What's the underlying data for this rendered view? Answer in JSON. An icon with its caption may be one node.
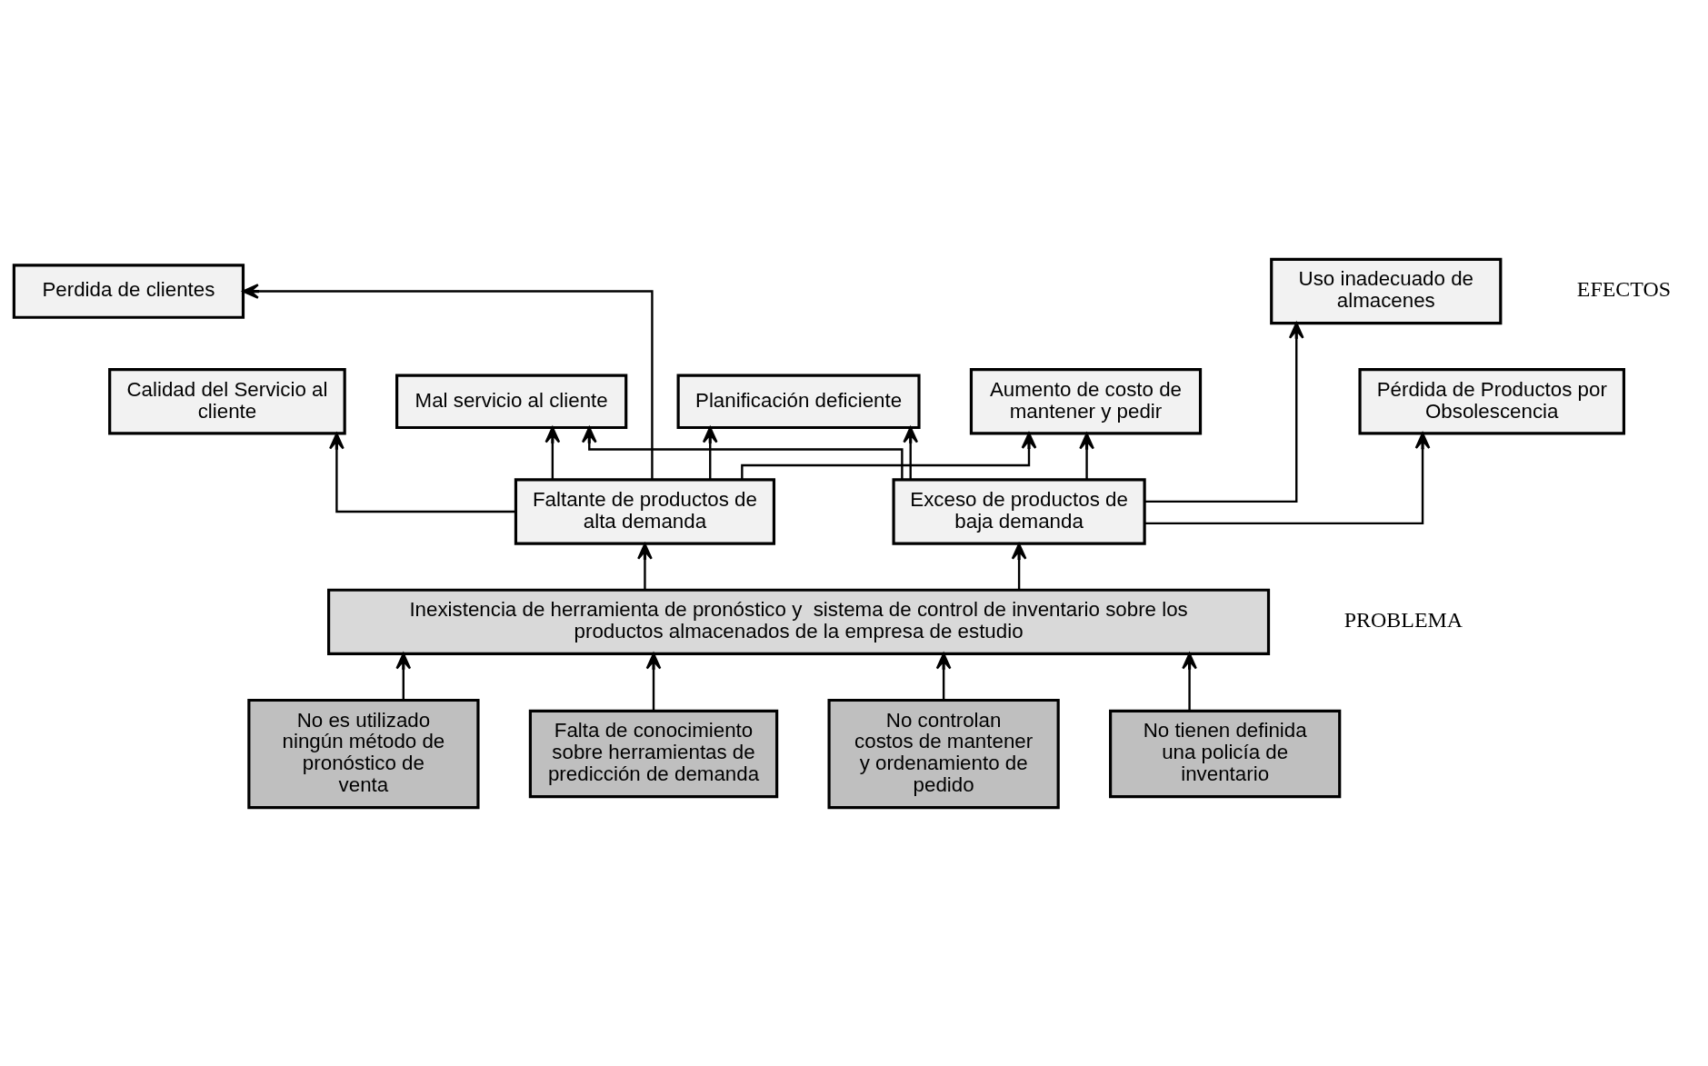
{
  "diagram": {
    "nodes": [
      {
        "text": [
          "Mal servicio al cliente"
        ]
      },
      {
        "text": [
          "Planificación deficiente"
        ]
      },
      {
        "text": [
          "Aumento de costo de mantener y pedir"
        ]
      },
      {
        "text": [
          "Perdida de clientes"
        ]
      },
      {
        "text": [
          "Calidad del Servicio al cliente"
        ]
      },
      {
        "text": [
          "Uso inadecuado de almacenes"
        ]
      },
      {
        "text": [
          "Pérdida de Productos por Obsolescencia"
        ]
      },
      {
        "text": [
          "Faltante de productos de alta demanda"
        ]
      },
      {
        "text": [
          "Exceso de productos de baja demanda"
        ]
      },
      {
        "text": [
          "Inexistencia de herramienta de pronóstico y  sistema de control de inventario sobre los productos almacenados de la empresa de estudio"
        ]
      },
      {
        "text": [
          "No es utilizado ningún método de pronóstico de venta"
        ]
      },
      {
        "text": [
          "Falta de conocimiento sobre herramientas de predicción de demanda"
        ]
      },
      {
        "text": [
          "No controlan costos de mantener y ordenamiento de pedido"
        ]
      },
      {
        "text": [
          "No tienen definida una policía de inventario"
        ]
      }
    ],
    "edges": [
      {
        "from": 7,
        "to": 0,
        "arrow": "to"
      },
      {
        "from": 7,
        "to": 1,
        "arrow": "to"
      },
      {
        "from": 7,
        "to": 2,
        "arrow": "to"
      },
      {
        "from": 8,
        "to": 0,
        "arrow": "to"
      },
      {
        "from": 8,
        "to": 1,
        "arrow": "to"
      },
      {
        "from": 8,
        "to": 2,
        "arrow": "to"
      },
      {
        "from": 7,
        "to": 3,
        "arrow": "to"
      },
      {
        "from": 7,
        "to": 4,
        "arrow": "to"
      },
      {
        "from": 8,
        "to": 5,
        "arrow": "to"
      },
      {
        "from": 8,
        "to": 6,
        "arrow": "to"
      },
      {
        "from": 9,
        "to": 7,
        "arrow": "to"
      },
      {
        "from": 9,
        "to": 8,
        "arrow": "to"
      },
      {
        "from": 10,
        "to": 9,
        "arrow": "to"
      },
      {
        "from": 11,
        "to": 9,
        "arrow": "to"
      },
      {
        "from": 12,
        "to": 9,
        "arrow": "to"
      },
      {
        "from": 13,
        "to": 9,
        "arrow": "to"
      }
    ],
    "labels": [
      "EFECTOS",
      "PROBLEMA"
    ]
  }
}
